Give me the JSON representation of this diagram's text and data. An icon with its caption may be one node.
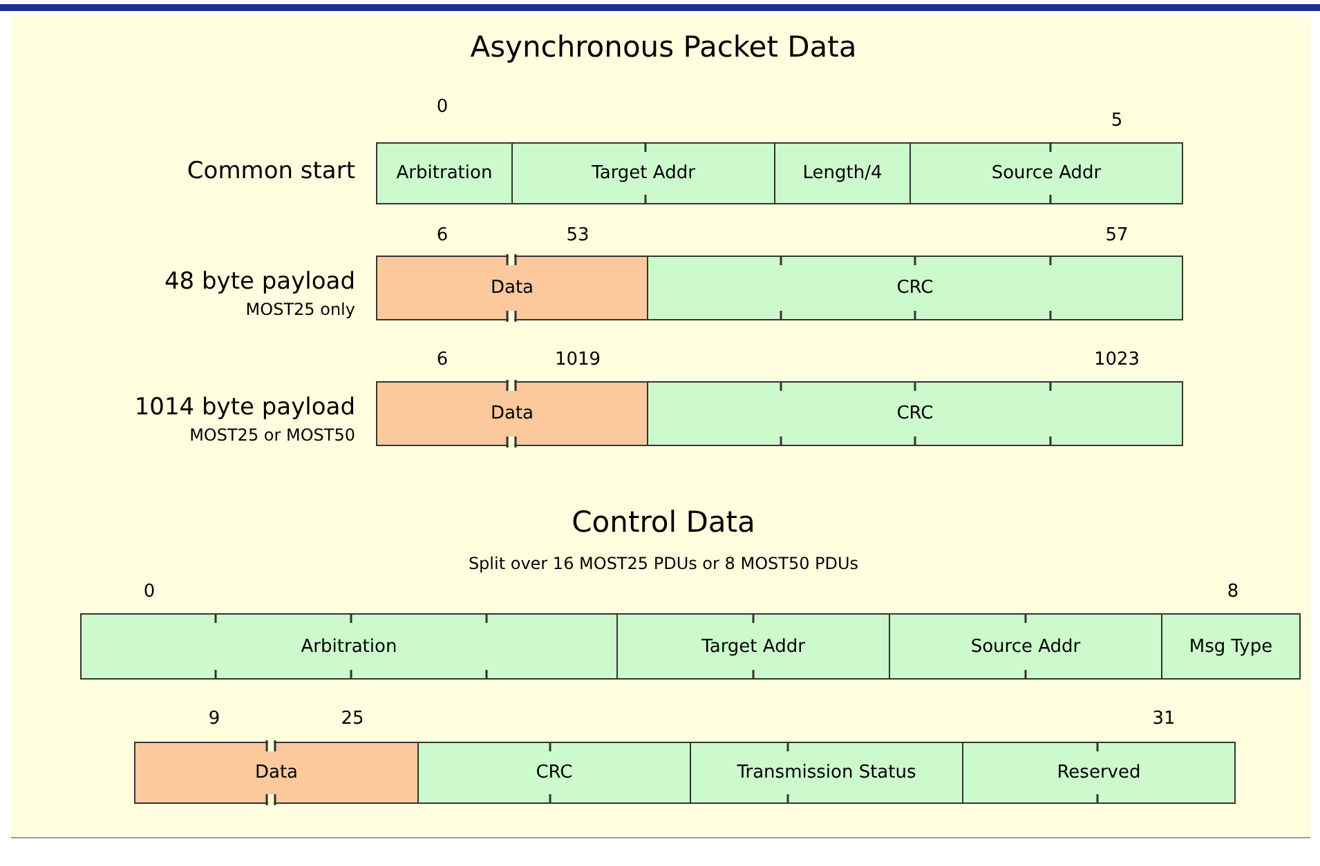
{
  "diagram": {
    "title": "Asynchronous Packet Data",
    "nodes": [
      {
        "text": [
          "Arbitration"
        ]
      },
      {
        "text": [
          "Target Addr"
        ]
      },
      {
        "text": [
          "Length/4"
        ]
      },
      {
        "text": [
          "Source Addr"
        ]
      },
      {
        "text": [
          "Data"
        ]
      },
      {
        "text": [
          "CRC"
        ]
      },
      {
        "text": [
          "Data"
        ]
      },
      {
        "text": [
          "CRC"
        ]
      },
      {
        "text": [
          "Arbitration"
        ]
      },
      {
        "text": [
          "Target Addr"
        ]
      },
      {
        "text": [
          "Source Addr"
        ]
      },
      {
        "text": [
          "Msg Type"
        ]
      },
      {
        "text": [
          "Data"
        ]
      },
      {
        "text": [
          "CRC"
        ]
      },
      {
        "text": [
          "Transmission Status"
        ]
      },
      {
        "text": [
          "Reserved"
        ]
      }
    ],
    "labels": [
      "0",
      "5",
      "Common start",
      "6",
      "53",
      "57",
      "48 byte payload",
      "MOST25 only",
      "6",
      "1019",
      "1023",
      "1014 byte payload",
      "MOST25 or MOST50",
      "Control Data",
      "Split over 16 MOST25 PDUs or 8 MOST50 PDUs",
      "0",
      "8",
      "9",
      "25",
      "31"
    ]
  }
}
